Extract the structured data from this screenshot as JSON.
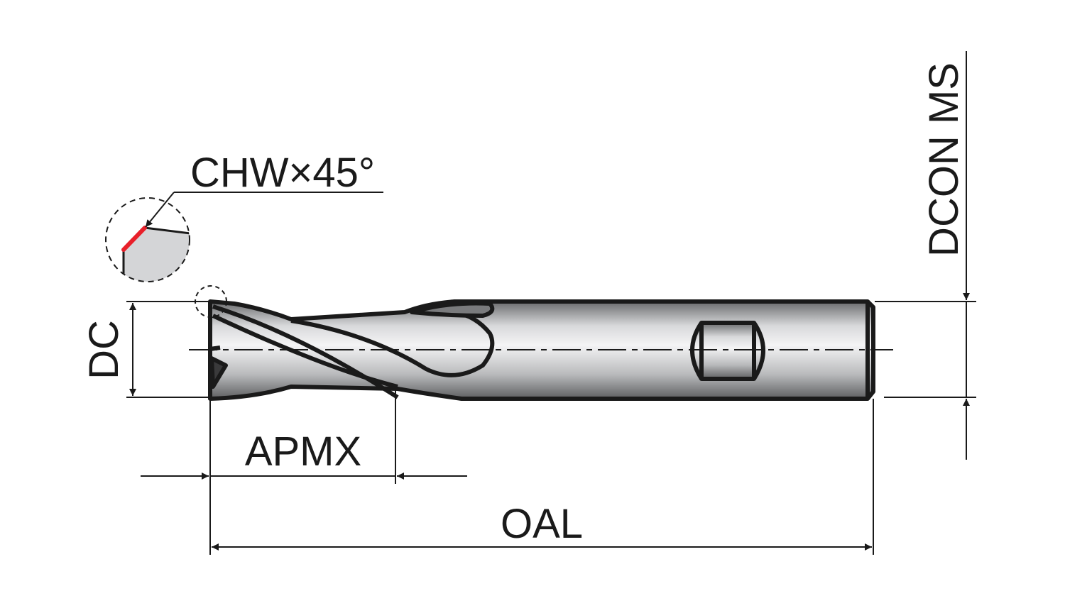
{
  "title": "End mill dimension diagram",
  "labels": {
    "chamfer": "CHW×45°",
    "shank_diameter": "DCON MS",
    "cutting_diameter": "DC",
    "max_depth_of_cut": "APMX",
    "overall_length": "OAL"
  },
  "colors": {
    "chamfer_edge": "#e8202a",
    "line": "#1a1a1a",
    "detail_fill": "#d4d5d7"
  }
}
